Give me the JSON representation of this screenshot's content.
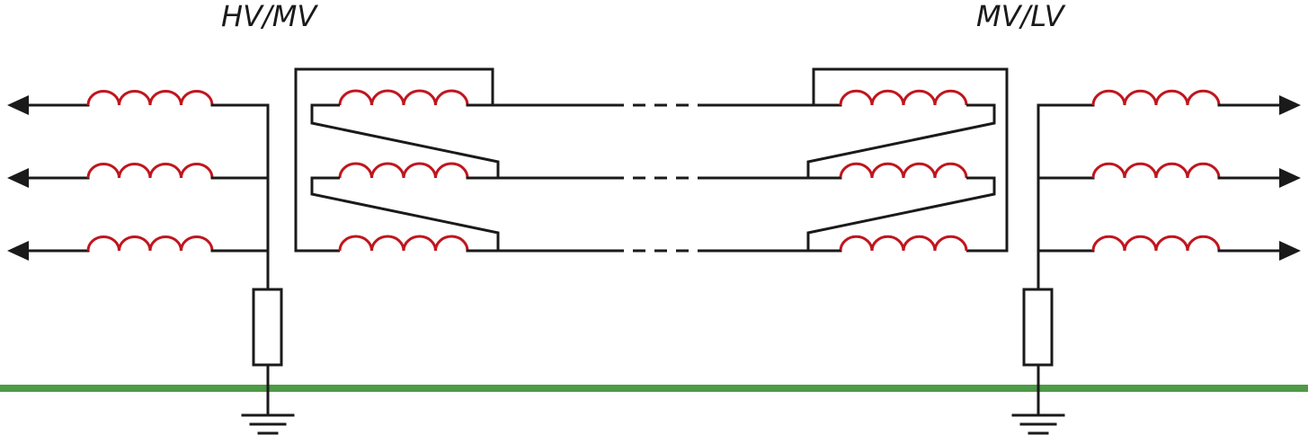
{
  "labels": {
    "left_transformer": "HV/MV",
    "right_transformer": "MV/LV"
  },
  "colors": {
    "wire": "#1a1a1a",
    "coil": "#c0161e",
    "earth_line": "#4e9a46"
  },
  "diagram": {
    "phases": 3,
    "coils_per_winding": 4,
    "ground_symbols": 2,
    "grounding_resistors": 2
  }
}
